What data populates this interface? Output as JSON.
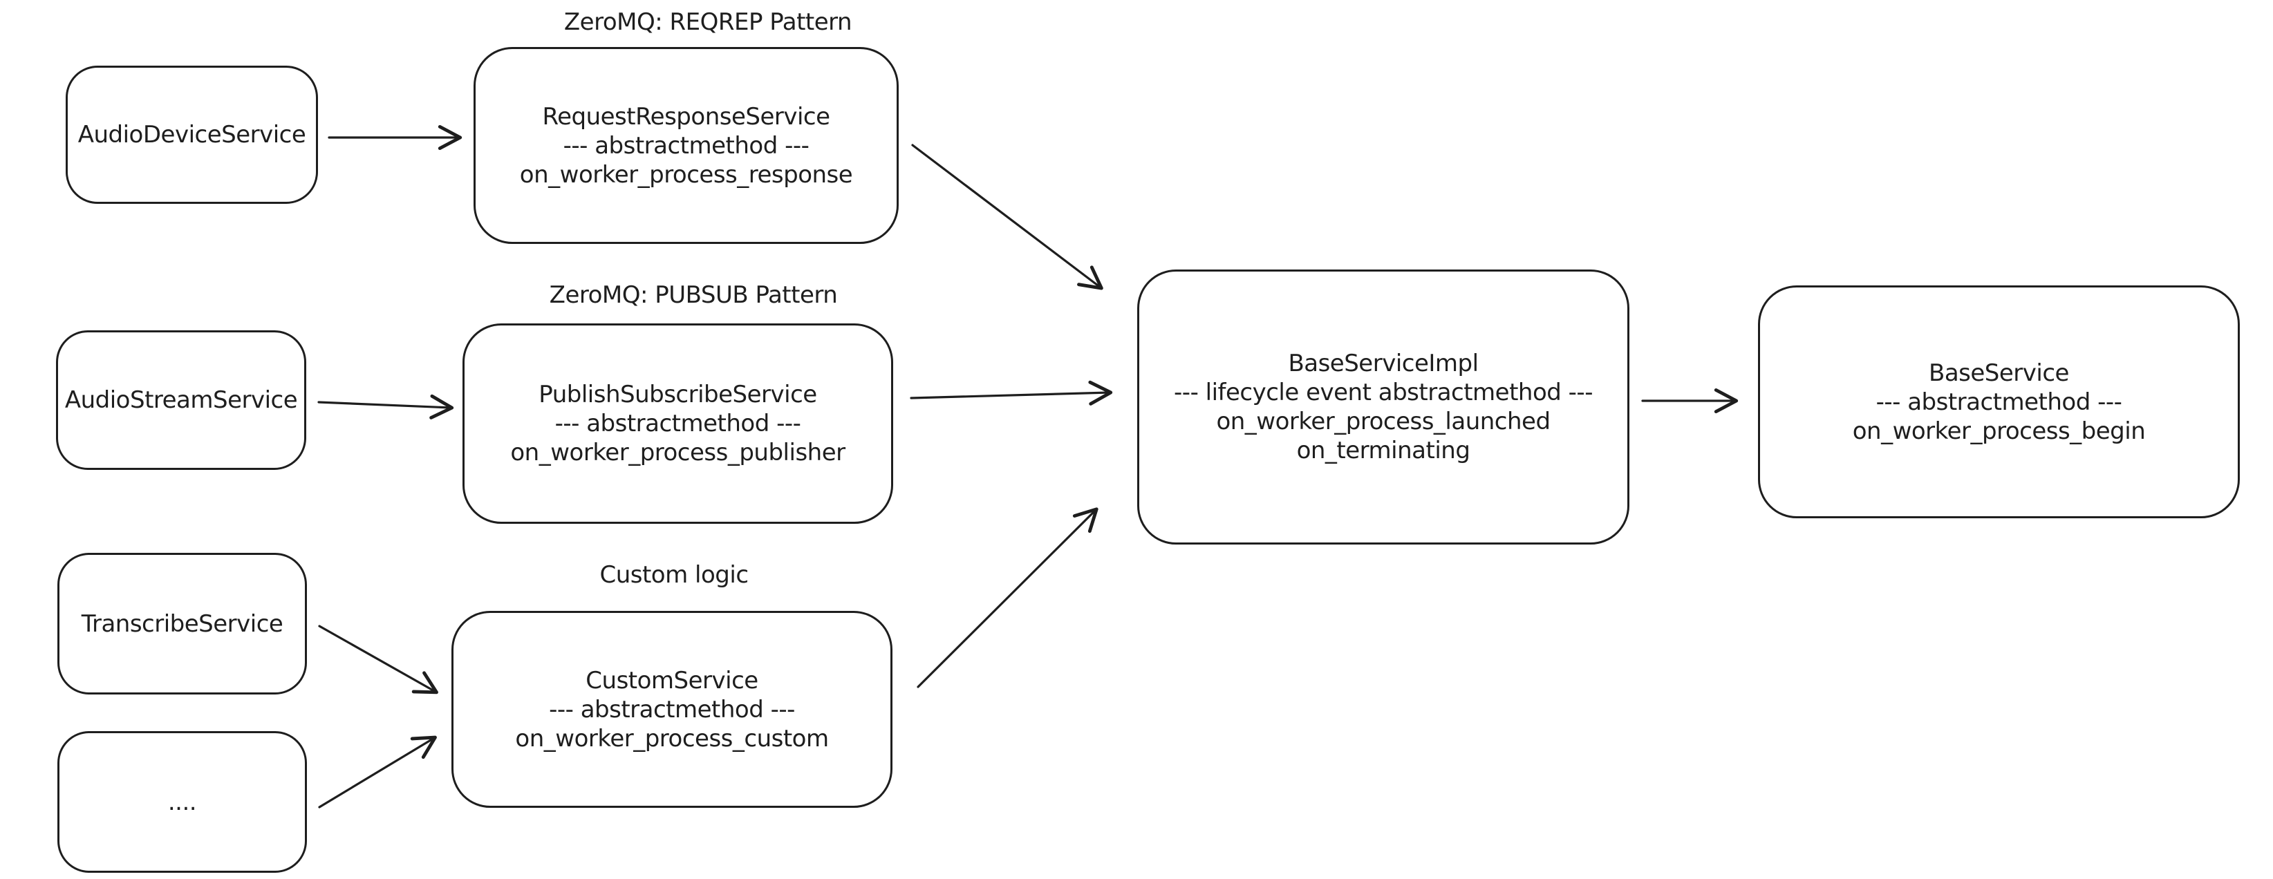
{
  "diagram": {
    "background_color": "#ffffff",
    "stroke_color": "#1e1e1e",
    "nodes": {
      "audio_device": {
        "lines": [
          "AudioDeviceService"
        ]
      },
      "req_rep": {
        "label": "ZeroMQ: REQREP Pattern",
        "lines": [
          "RequestResponseService",
          "--- abstractmethod ---",
          "on_worker_process_response"
        ]
      },
      "audio_stream": {
        "lines": [
          "AudioStreamService"
        ]
      },
      "pub_sub": {
        "label": "ZeroMQ: PUBSUB Pattern",
        "lines": [
          "PublishSubscribeService",
          "--- abstractmethod ---",
          "on_worker_process_publisher"
        ]
      },
      "transcribe": {
        "lines": [
          "TranscribeService"
        ]
      },
      "more_services": {
        "lines": [
          "...."
        ]
      },
      "custom": {
        "label": "Custom logic",
        "lines": [
          "CustomService",
          "--- abstractmethod ---",
          "on_worker_process_custom"
        ]
      },
      "base_impl": {
        "lines": [
          "BaseServiceImpl",
          "--- lifecycle event abstractmethod ---",
          "on_worker_process_launched",
          "on_terminating"
        ]
      },
      "base_service": {
        "lines": [
          "BaseService",
          "--- abstractmethod ---",
          "on_worker_process_begin"
        ]
      }
    }
  }
}
